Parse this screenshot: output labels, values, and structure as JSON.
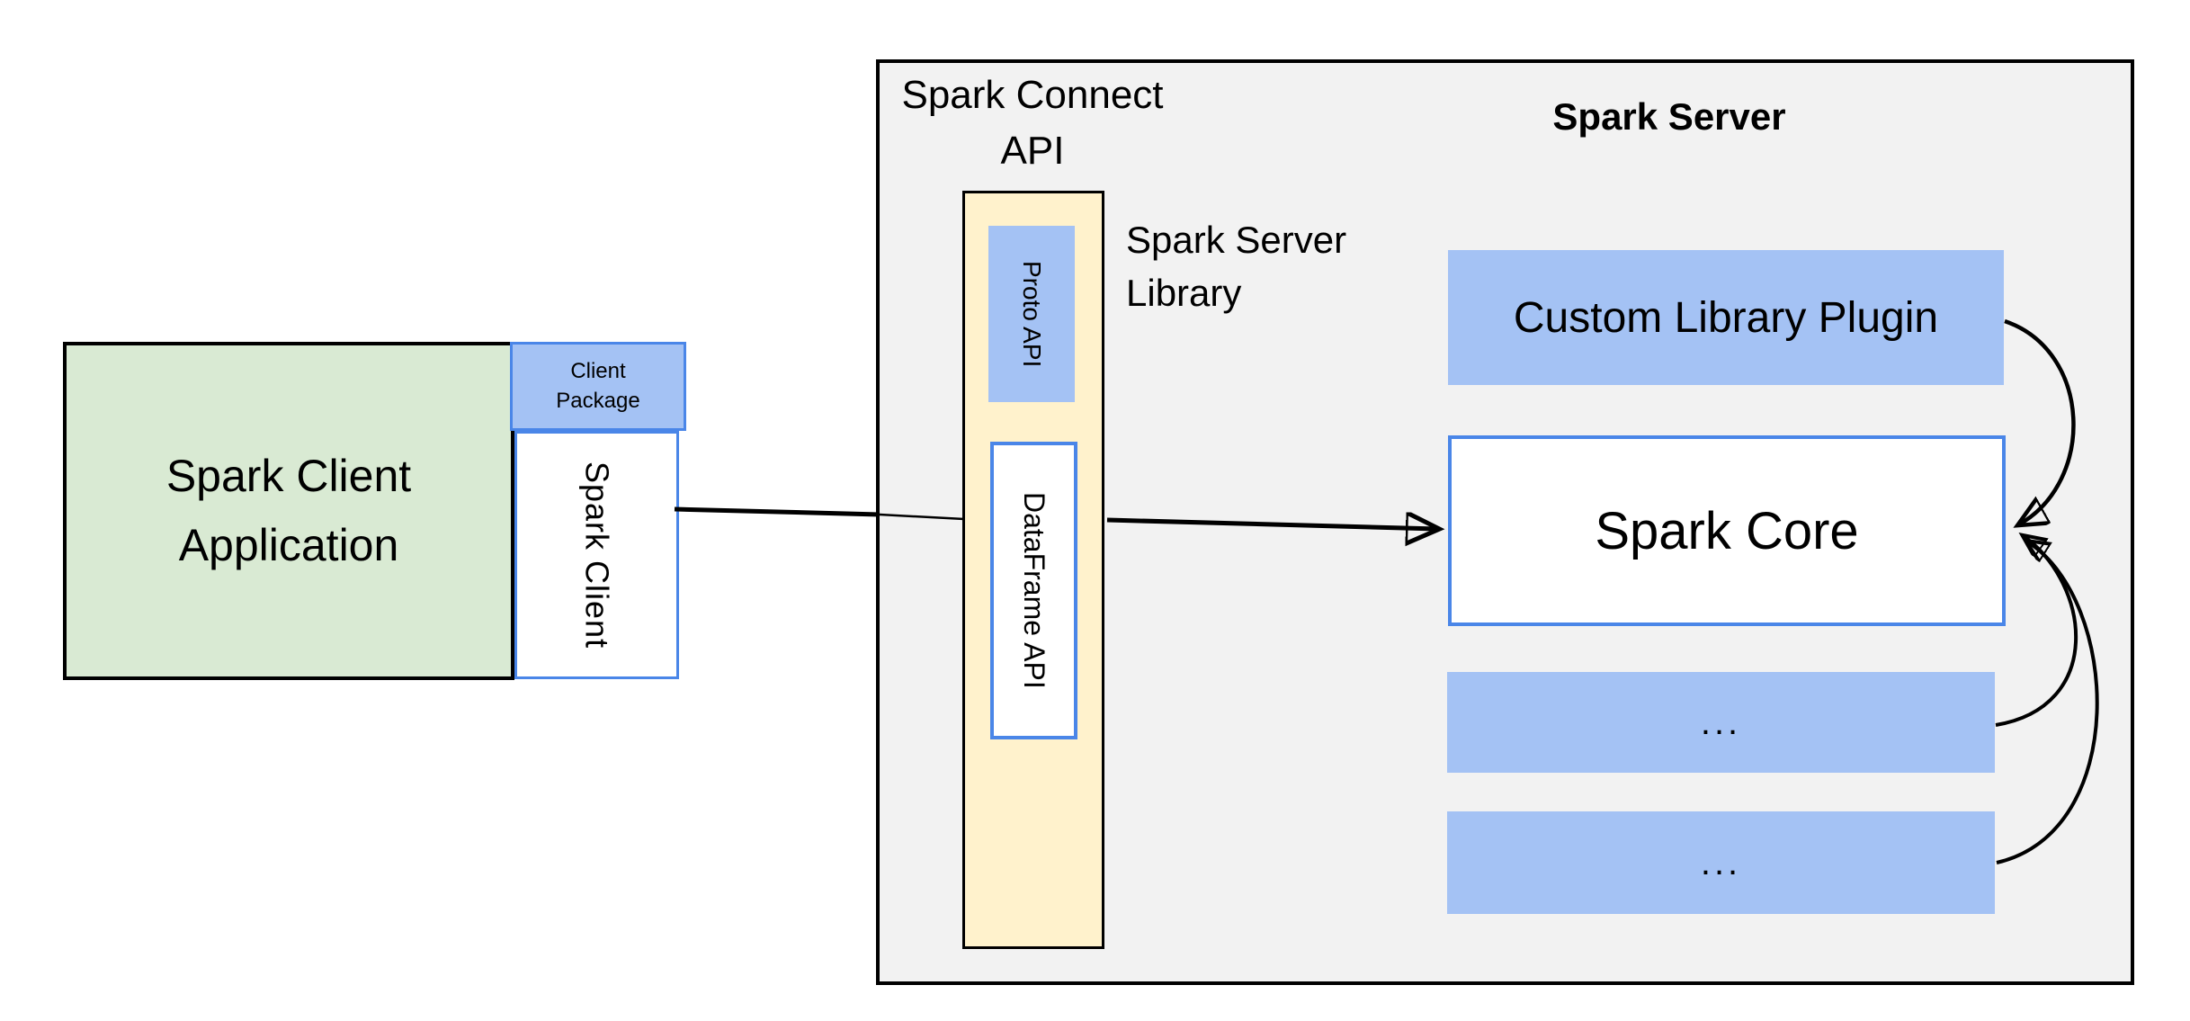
{
  "diagram": {
    "client_application": {
      "label": "Spark Client Application"
    },
    "client_package": {
      "label": "Client Package"
    },
    "spark_client": {
      "label": "Spark Client"
    },
    "spark_connect_api": {
      "label": "Spark Connect API"
    },
    "spark_server": {
      "title": "Spark Server"
    },
    "spark_server_library": {
      "label": "Spark Server Library"
    },
    "proto_api": {
      "label": "Proto API"
    },
    "dataframe_api": {
      "label": "DataFrame API"
    },
    "custom_library_plugin": {
      "label": "Custom Library Plugin"
    },
    "spark_core": {
      "label": "Spark Core"
    },
    "plugin_slot_1": {
      "label": "..."
    },
    "plugin_slot_2": {
      "label": "..."
    }
  },
  "colors": {
    "green_fill": "#d9ead3",
    "blue_fill": "#a4c2f4",
    "blue_border": "#4a86e8",
    "yellow_fill": "#fff2cc",
    "gray_fill": "#f2f2f2",
    "black": "#000000",
    "white": "#ffffff"
  }
}
